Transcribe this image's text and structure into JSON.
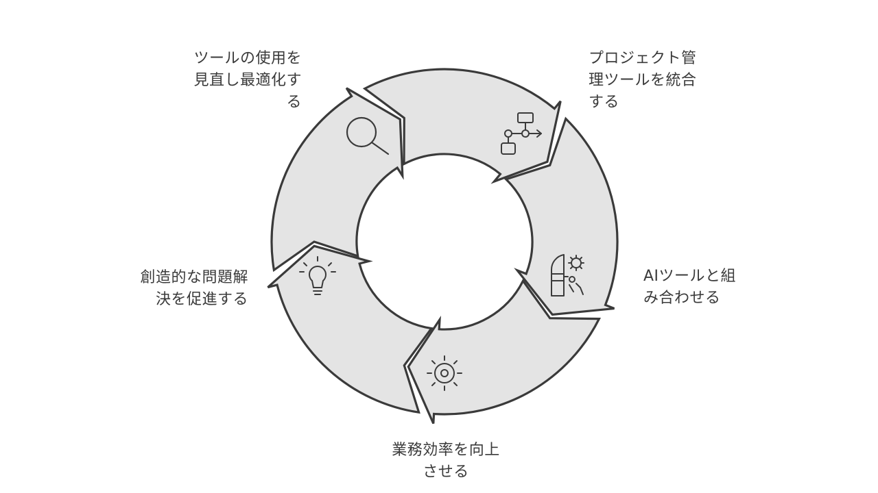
{
  "steps": [
    {
      "id": "review",
      "lines": [
        "ツールの使用を",
        "見直し最適化す",
        "る"
      ],
      "icon": "magnifier-icon"
    },
    {
      "id": "integrate",
      "lines": [
        "プロジェクト管",
        "理ツールを統合",
        "する"
      ],
      "icon": "flowchart-icon"
    },
    {
      "id": "ai",
      "lines": [
        "AIツールと組",
        "み合わせる"
      ],
      "icon": "ai-head-gear-icon"
    },
    {
      "id": "efficiency",
      "lines": [
        "業務効率を向上",
        "させる"
      ],
      "icon": "sun-gear-icon"
    },
    {
      "id": "creative",
      "lines": [
        "創造的な問題解",
        "決を促進する"
      ],
      "icon": "lightbulb-icon"
    }
  ],
  "colors": {
    "fill": "#e4e4e4",
    "stroke": "#3a3a3a",
    "background": "#ffffff"
  }
}
